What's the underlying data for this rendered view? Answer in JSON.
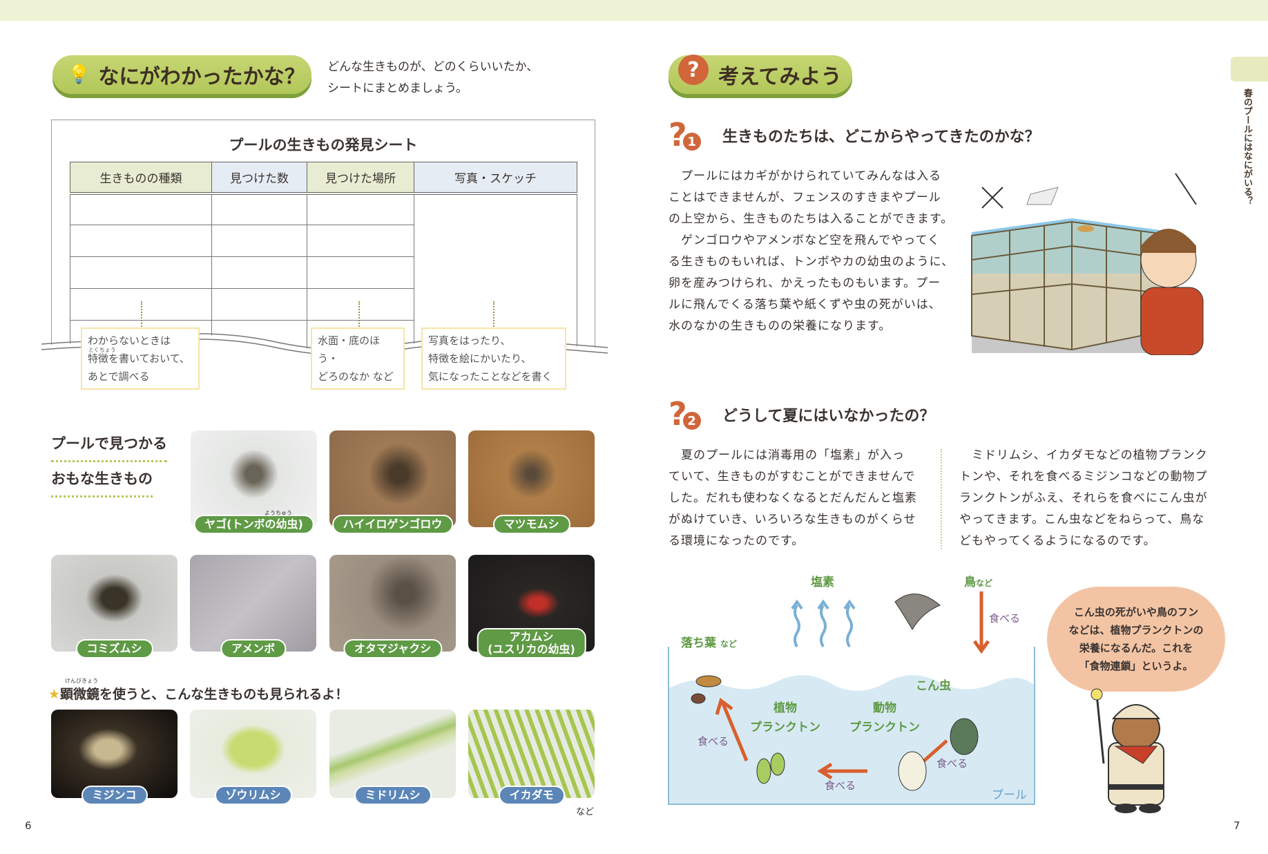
{
  "left_page": {
    "header_title": "なにがわかったかな？",
    "header_icon": "lightbulb-icon",
    "intro_lines": [
      "どんな生きものが、どのくらいいたか、",
      "シートにまとめましょう。"
    ],
    "sheet": {
      "title": "プールの生きもの発見シート",
      "columns": [
        "生きものの種類",
        "見つけた数",
        "見つけた場所",
        "写真・スケッチ"
      ],
      "notes": [
        {
          "lines": [
            "わからないときは",
            "特徴を書いておいて、",
            "あとで調べる"
          ],
          "ruby": "とくちょう"
        },
        {
          "lines": [
            "水面・底のほう・",
            "どろのなか など"
          ]
        },
        {
          "lines": [
            "写真をはったり、",
            "特徴を絵にかいたり、",
            "気になったことなどを書く"
          ]
        }
      ]
    },
    "creatures_heading": [
      "プールで見つかる",
      "おもな生きもの"
    ],
    "creatures": [
      {
        "name": "ヤゴ(トンボの幼虫)",
        "ruby": "ようちゅう"
      },
      {
        "name": "ハイイロゲンゴロウ"
      },
      {
        "name": "マツモムシ"
      },
      {
        "name": "コミズムシ"
      },
      {
        "name": "アメンボ"
      },
      {
        "name": "オタマジャクシ"
      },
      {
        "name": "アカムシ",
        "sub": "(ユスリカの幼虫)"
      }
    ],
    "microscope_heading": "顕微鏡を使うと、こんな生きものも見られるよ！",
    "microscope_ruby": "けんびきょう",
    "microscope_creatures": [
      "ミジンコ",
      "ゾウリムシ",
      "ミドリムシ",
      "イカダモ"
    ],
    "etc": "など",
    "page_number": "6"
  },
  "right_page": {
    "header_title": "考えてみよう",
    "header_icon": "question-icon",
    "q1": {
      "number": "1",
      "title": "生きものたちは、どこからやってきたのかな？",
      "paragraph_lines": [
        "　プールにはカギがかけられていてみんなは入る",
        "ことはできませんが、フェンスのすきまやプール",
        "の上空から、生きものたちは入ることができます。",
        "　ゲンゴロウやアメンボなど空を飛んでやってく",
        "る生きものもいれば、トンボやカの幼虫のように、",
        "卵を産みつけられ、かえったものもいます。プー",
        "ルに飛んでくる落ち葉や紙くずや虫の死がいは、",
        "水のなかの生きものの栄養になります。"
      ]
    },
    "q2": {
      "number": "2",
      "title": "どうして夏にはいなかったの？",
      "col1_lines": [
        "　夏のプールには消毒用の「塩素」が入っ",
        "ていて、生きものがすむことができませんで",
        "した。だれも使わなくなるとだんだんと塩素",
        "がぬけていき、いろいろな生きものがくらせ",
        "る環境になったのです。"
      ],
      "col2_lines": [
        "　ミドリムシ、イカダモなどの植物プランク",
        "トンや、それを食べるミジンコなどの動物プ",
        "ランクトンがふえ、それらを食べにこん虫が",
        "やってきます。こん虫などをねらって、鳥な",
        "どもやってくるようになるのです。"
      ]
    },
    "diagram": {
      "chlorine": "塩素",
      "bird": "鳥",
      "bird_suffix": "など",
      "leaves": "落ち葉",
      "leaves_suffix": "など",
      "insect": "こん虫",
      "phyto": [
        "植物",
        "プランクトン"
      ],
      "zoo": [
        "動物",
        "プランクトン"
      ],
      "eat": "食べる",
      "pool": "プール"
    },
    "bubble_lines": [
      "こん虫の死がいや鳥のフン",
      "などは、植物プランクトンの",
      "栄養になるんだ。これを",
      "「食物連鎖」というよ。"
    ],
    "side_tab": "春のプールにはなにがいる？",
    "page_number": "7"
  },
  "colors": {
    "green": "#b2c75a",
    "orange": "#d0663a",
    "label_green": "#5f9a45",
    "label_blue": "#5c86b8",
    "water": "#d7eaf3"
  }
}
